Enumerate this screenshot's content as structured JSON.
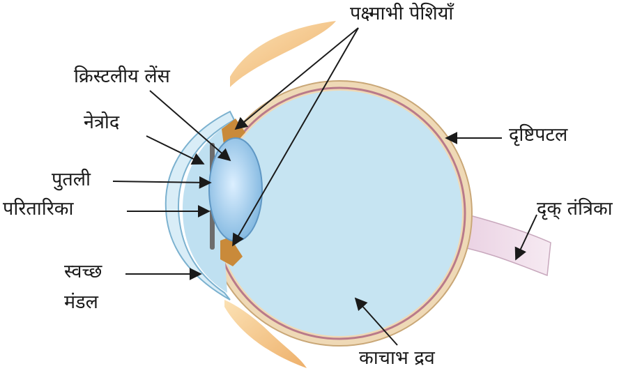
{
  "labels": {
    "ciliary_muscles": "पक्ष्माभी पेशियाँ",
    "crystalline_lens": "क्रिस्टलीय लेंस",
    "iris": "नेत्रोद",
    "pupil": "पुतली",
    "cornea_outer": "परितारिका",
    "clear_cornea_line1": "स्वच्छ",
    "clear_cornea_line2": "मंडल",
    "retina": "दृष्टिपटल",
    "optic_nerve": "दृक् तंत्रिका",
    "vitreous_humour": "काचाभ द्रव"
  },
  "colors": {
    "eyeball_fill": "#c6e4f2",
    "sclera": "#efd9b6",
    "retina_line": "#b97a8a",
    "lens": "#8fc3e6",
    "muscle": "#c98a3a",
    "eyelid": "#f4c98c",
    "nerve_tint": "#e3c9de",
    "arrow": "#1a1a1a"
  }
}
